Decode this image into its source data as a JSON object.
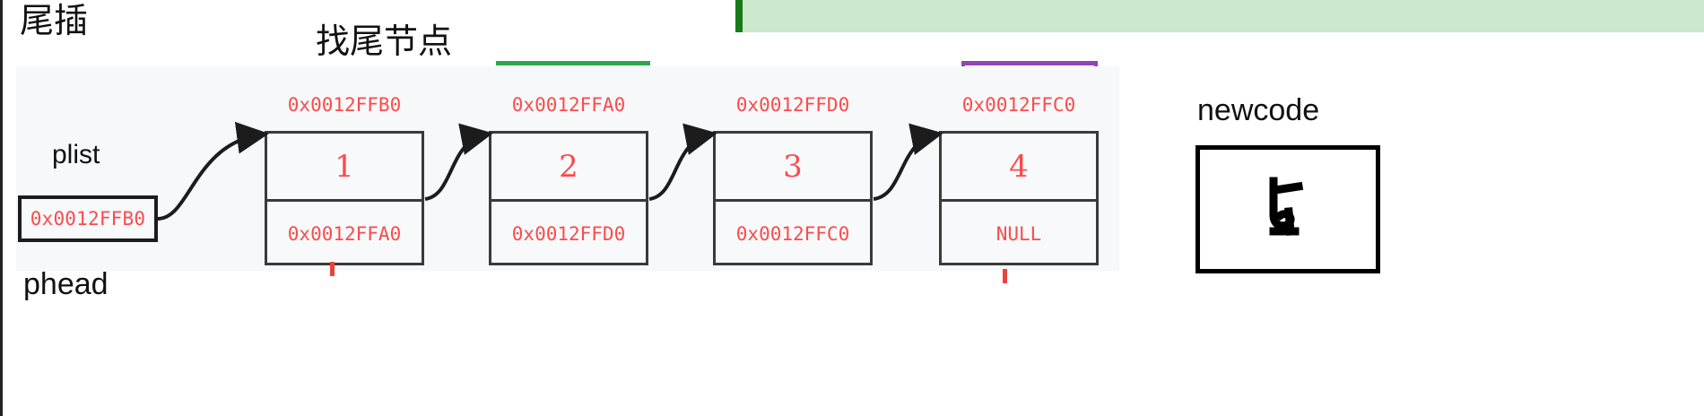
{
  "headings": {
    "title_main": "尾插",
    "title_sub": "找尾节点",
    "phead_label": "phead",
    "plist_label": "plist",
    "newcode_label": "newcode"
  },
  "pointer_box": {
    "name": "plist",
    "value": "0x0012FFB0"
  },
  "nodes": [
    {
      "address": "0x0012FFB0",
      "data": "1",
      "next": "0x0012FFA0"
    },
    {
      "address": "0x0012FFA0",
      "data": "2",
      "next": "0x0012FFD0"
    },
    {
      "address": "0x0012FFD0",
      "data": "3",
      "next": "0x0012FFC0"
    },
    {
      "address": "0x0012FFC0",
      "data": "4",
      "next": "NULL"
    }
  ],
  "newcode": {
    "label": "newcode",
    "value": "5"
  },
  "annotations": {
    "green_band": "highlight-band",
    "green_underline": "find-tail-underline",
    "purple_underline": "tail-node-underline"
  },
  "colors": {
    "address_red": "#fb4b4b",
    "panel_background": "#f6f8fa",
    "highlight_green": "#cbe7cd",
    "marker_green": "#177b17",
    "underline_green": "#2aa84a",
    "underline_purple": "#9046b8",
    "node_border": "#3a3a3a",
    "text_black": "#111111"
  }
}
